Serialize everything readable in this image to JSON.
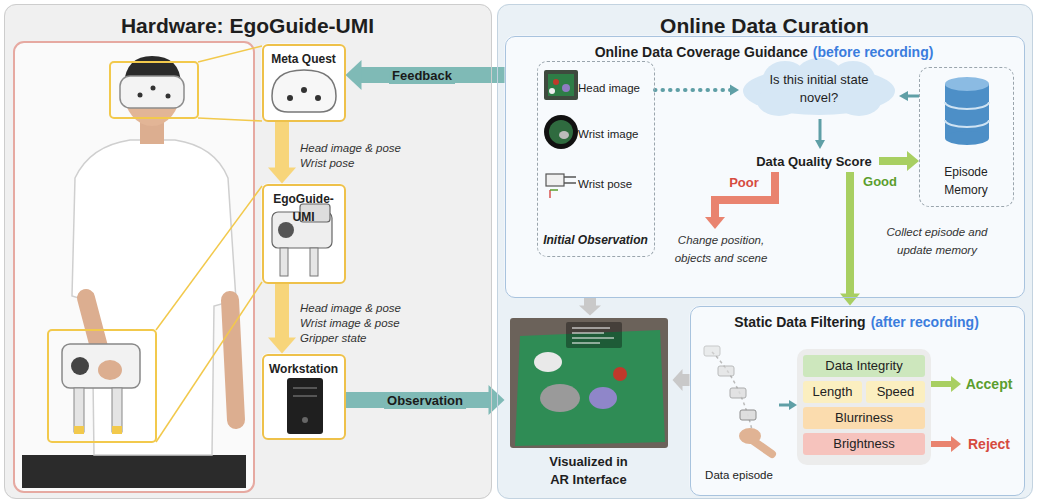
{
  "diagram": {
    "nodes": [
      {
        "text": [
          "Hardware: EgoGuide-UMI"
        ]
      },
      {
        "text": [
          "Meta Quest"
        ],
        "in": 0
      },
      {
        "text": [
          "EgoGuide-UMI"
        ],
        "in": 0
      },
      {
        "text": [
          "Workstation"
        ],
        "in": 0
      },
      {
        "text": [
          "Online Data Curation"
        ]
      },
      {
        "text": [
          "Online Data Coverage Guidance",
          "(before recording)"
        ],
        "in": 4
      },
      {
        "text": [
          "Head image",
          "Wrist image",
          "Wrist pose",
          "Initial Observation"
        ],
        "in": 5
      },
      {
        "text": [
          "Is this initial state novel?"
        ],
        "in": 5
      },
      {
        "text": [
          "Episode Memory"
        ],
        "in": 5
      },
      {
        "text": [
          "Data Quality Score"
        ],
        "in": 5
      },
      {
        "text": [
          "Change position, objects and scene"
        ],
        "in": 5
      },
      {
        "text": [
          "Visualized in AR Interface"
        ],
        "in": 4
      },
      {
        "text": [
          "Static Data Filtering",
          "(after recording)"
        ],
        "in": 4
      },
      {
        "text": [
          "Data episode"
        ],
        "in": 12
      },
      {
        "text": [
          "Data Integrity",
          "Length",
          "Speed",
          "Blurriness",
          "Brightness"
        ],
        "in": 12
      },
      {
        "text": [
          "Accept"
        ],
        "in": 12
      },
      {
        "text": [
          "Reject"
        ],
        "in": 12
      }
    ],
    "edges": [
      {
        "from": 1,
        "to": 2,
        "arrow": "to"
      },
      {
        "from": 2,
        "to": 3,
        "arrow": "to"
      },
      {
        "from": 5,
        "to": 1,
        "arrow": "to",
        "label": "Feedback"
      },
      {
        "from": 3,
        "to": 11,
        "arrow": "to",
        "label": "Observation"
      },
      {
        "from": 6,
        "to": 7,
        "arrow": "to"
      },
      {
        "from": 8,
        "to": 7,
        "arrow": "to"
      },
      {
        "from": 7,
        "to": 9,
        "arrow": "to"
      },
      {
        "from": 9,
        "to": 10,
        "arrow": "to",
        "label": "Poor"
      },
      {
        "from": 9,
        "to": 8,
        "arrow": "to",
        "label": "Good"
      },
      {
        "from": 9,
        "to": 12,
        "arrow": "to"
      },
      {
        "from": 5,
        "to": 11,
        "arrow": "to"
      },
      {
        "from": 12,
        "to": 11,
        "arrow": "to"
      },
      {
        "from": 13,
        "to": 14,
        "arrow": "to"
      },
      {
        "from": 14,
        "to": 15,
        "arrow": "to"
      },
      {
        "from": 14,
        "to": 16,
        "arrow": "to"
      }
    ],
    "labels": [
      "Head image & pose",
      "Wrist pose",
      "Head image & pose",
      "Wrist image & pose",
      "Gripper state",
      "Collect episode and update memory"
    ]
  }
}
